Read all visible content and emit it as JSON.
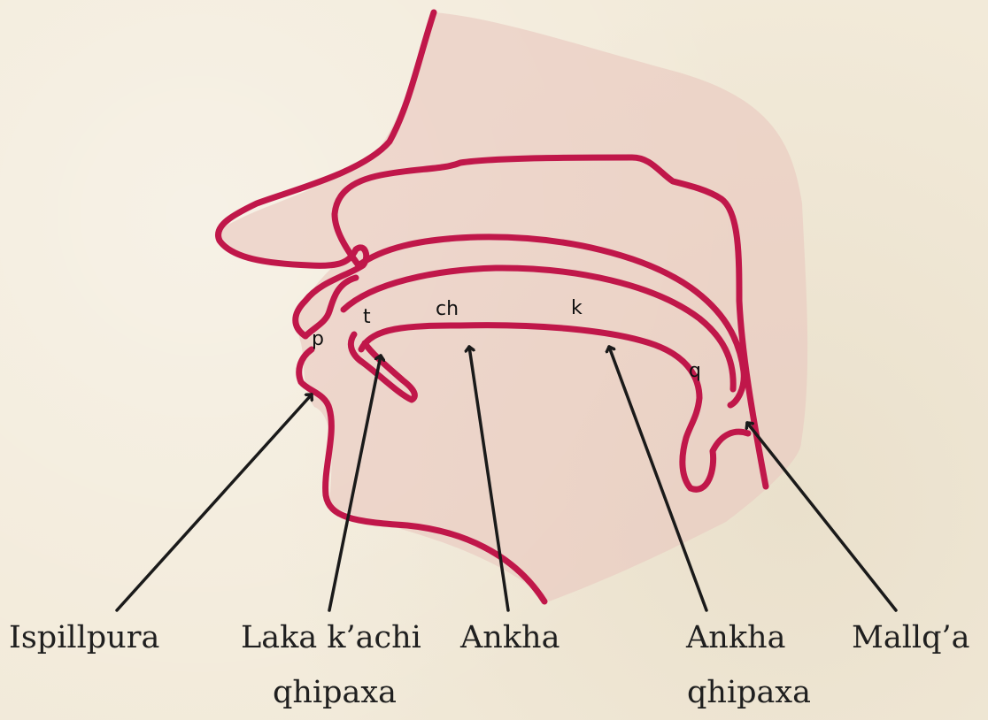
{
  "colors": {
    "background": "#f2ead9",
    "outline": "#c0174a",
    "head_fill": "#eac9c0",
    "arrow": "#1a1a1a"
  },
  "sound_labels": {
    "p": "p",
    "t": "t",
    "ch": "ch",
    "k": "k",
    "q": "q"
  },
  "parts": [
    {
      "id": "lips",
      "lines": [
        "Ispillpura"
      ]
    },
    {
      "id": "tongue-tip",
      "lines": [
        "Laka k’achi",
        "qhipaxa"
      ]
    },
    {
      "id": "tongue",
      "lines": [
        "Ankha"
      ]
    },
    {
      "id": "back-tongue",
      "lines": [
        "Ankha",
        "qhipaxa"
      ]
    },
    {
      "id": "throat",
      "lines": [
        "Mallq’a"
      ]
    }
  ]
}
